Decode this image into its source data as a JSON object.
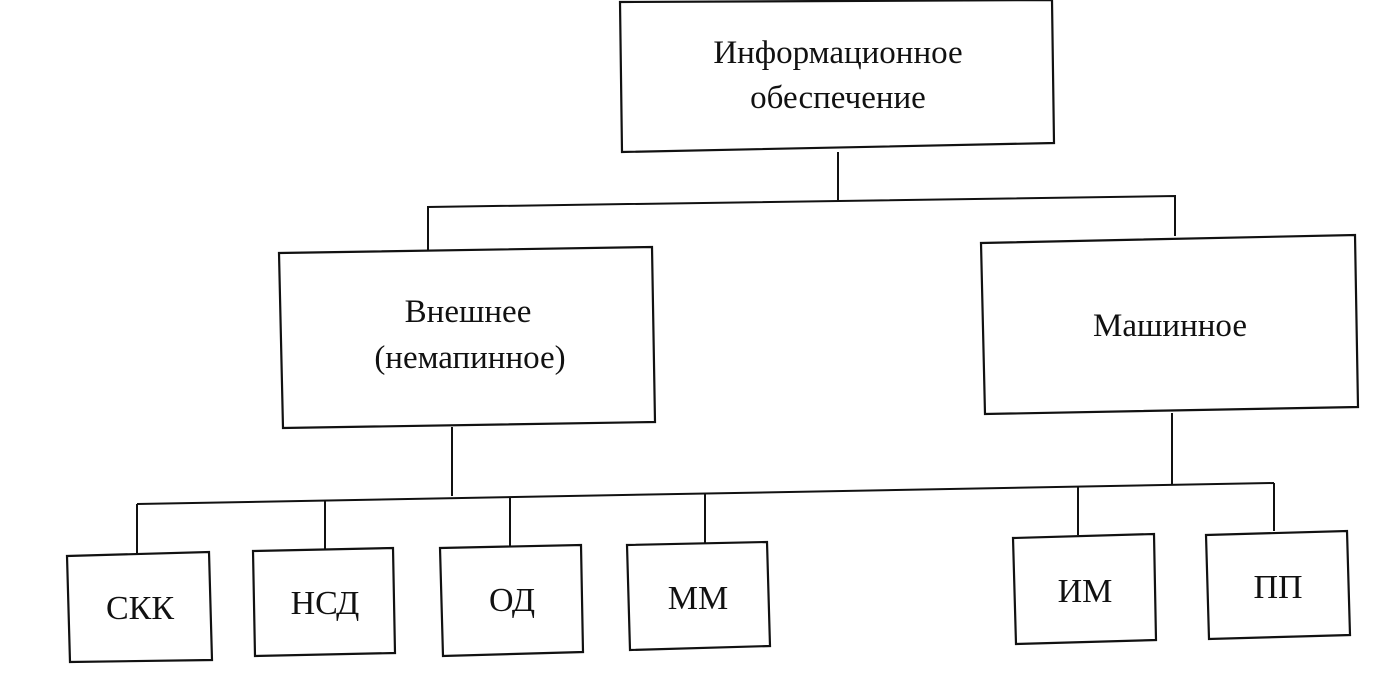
{
  "diagram": {
    "root": {
      "line1": "Информационное",
      "line2": "обеспечение"
    },
    "external": {
      "line1": "Внешнее",
      "line2": "(немапинное)"
    },
    "machine": {
      "label": "Машинное"
    },
    "external_children": [
      {
        "label": "СКК"
      },
      {
        "label": "НСД"
      },
      {
        "label": "ОД"
      },
      {
        "label": "ММ"
      }
    ],
    "machine_children": [
      {
        "label": "ИМ"
      },
      {
        "label": "ПП"
      }
    ]
  }
}
